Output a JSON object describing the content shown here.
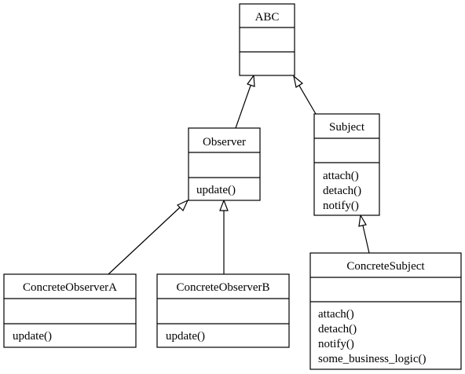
{
  "classes": {
    "abc": {
      "name": "ABC",
      "attributes": [],
      "methods": []
    },
    "observer": {
      "name": "Observer",
      "attributes": [],
      "methods": [
        "update()"
      ]
    },
    "subject": {
      "name": "Subject",
      "attributes": [],
      "methods": [
        "attach()",
        "detach()",
        "notify()"
      ]
    },
    "concrete_observer_a": {
      "name": "ConcreteObserverA",
      "attributes": [],
      "methods": [
        "update()"
      ]
    },
    "concrete_observer_b": {
      "name": "ConcreteObserverB",
      "attributes": [],
      "methods": [
        "update()"
      ]
    },
    "concrete_subject": {
      "name": "ConcreteSubject",
      "attributes": [],
      "methods": [
        "attach()",
        "detach()",
        "notify()",
        "some_business_logic()"
      ]
    }
  },
  "relations": [
    {
      "type": "inheritance",
      "child": "observer",
      "parent": "abc"
    },
    {
      "type": "inheritance",
      "child": "subject",
      "parent": "abc"
    },
    {
      "type": "inheritance",
      "child": "concrete_observer_a",
      "parent": "observer"
    },
    {
      "type": "inheritance",
      "child": "concrete_observer_b",
      "parent": "observer"
    },
    {
      "type": "inheritance",
      "child": "concrete_subject",
      "parent": "subject"
    }
  ]
}
